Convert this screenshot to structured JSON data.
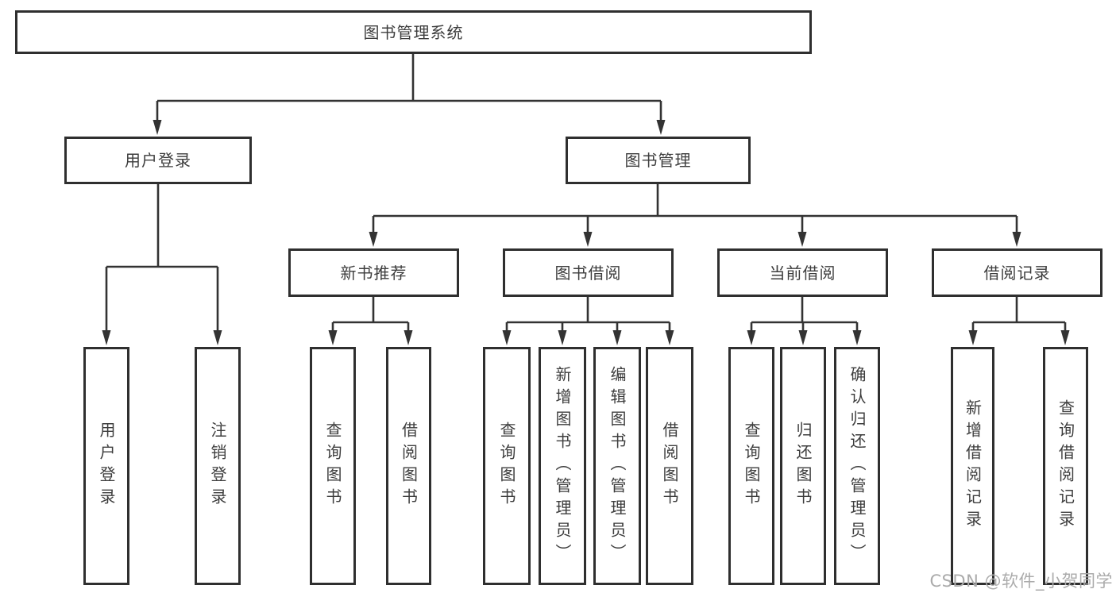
{
  "colors": {
    "box_border": "#2f2f2f",
    "line": "#333333",
    "text": "#3d3d3d",
    "background": "#ffffff",
    "watermark": "#ababab"
  },
  "watermark": {
    "text": "CSDN @软件_小贺同学"
  },
  "tree": {
    "root": {
      "label": "图书管理系统"
    },
    "branches": [
      {
        "label": "用户登录",
        "leaves": [
          {
            "label": "用户登录"
          },
          {
            "label": "注销登录"
          }
        ]
      },
      {
        "label": "图书管理",
        "children": [
          {
            "label": "新书推荐",
            "leaves": [
              {
                "label": "查询图书"
              },
              {
                "label": "借阅图书"
              }
            ]
          },
          {
            "label": "图书借阅",
            "leaves": [
              {
                "label": "查询图书"
              },
              {
                "label": "新增图书（管理员）"
              },
              {
                "label": "编辑图书（管理员）"
              },
              {
                "label": "借阅图书"
              }
            ]
          },
          {
            "label": "当前借阅",
            "leaves": [
              {
                "label": "查询图书"
              },
              {
                "label": "归还图书"
              },
              {
                "label": "确认归还（管理员）"
              }
            ]
          },
          {
            "label": "借阅记录",
            "leaves": [
              {
                "label": "新增借阅记录"
              },
              {
                "label": "查询借阅记录"
              }
            ]
          }
        ]
      }
    ]
  }
}
